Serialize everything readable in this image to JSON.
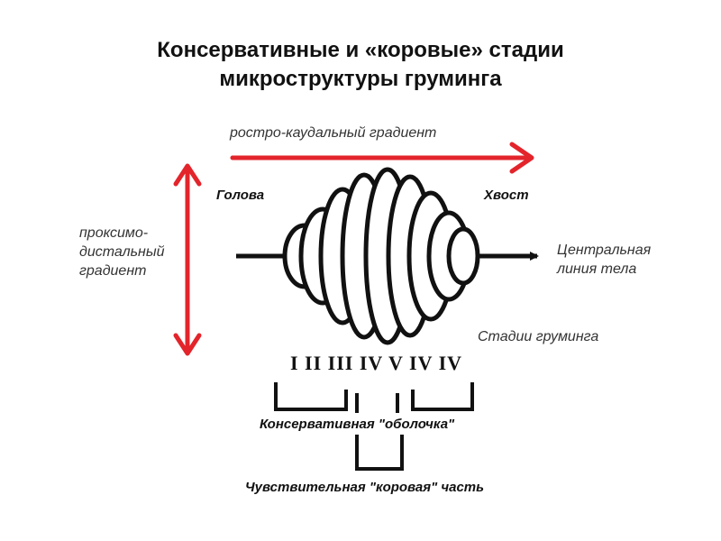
{
  "title": {
    "line1": "Консервативные и «коровые» стадии",
    "line2": "микроструктуры груминга"
  },
  "labels": {
    "rostro_caudal": "ростро-каудальный градиент",
    "proximo_distal_1": "проксимо-",
    "proximo_distal_2": "дистальный",
    "proximo_distal_3": "градиент",
    "head": "Голова",
    "tail": "Хвост",
    "central_line_1": "Центральная",
    "central_line_2": "линия тела",
    "grooming_stages": "Стадии груминга",
    "stage_numerals": "I II III IV V IV IV",
    "conservative_shell": "Консервативная \"оболочка\"",
    "sensitive_core": "Чувствительная \"коровая\" часть"
  },
  "colors": {
    "arrow_red": "#e3242b",
    "line_black": "#111111"
  }
}
